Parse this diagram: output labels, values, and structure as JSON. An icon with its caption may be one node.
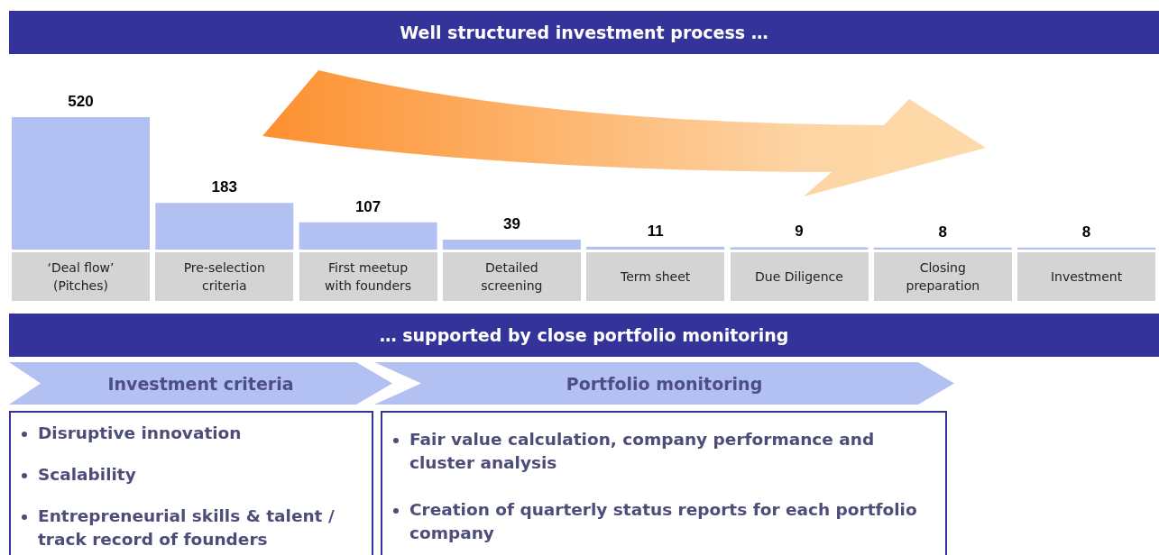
{
  "diagram": {
    "title": "Well structured investment process …",
    "nodes": [
      {
        "text": [
          "Investment criteria"
        ]
      },
      {
        "text": [
          "Portfolio monitoring"
        ]
      },
      {
        "text": [
          "Disruptive innovation",
          "Scalability",
          "Entrepreneurial skills & talent / track record of founders"
        ]
      },
      {
        "text": [
          "Fair value calculation, company performance and cluster analysis",
          "Creation of quarterly status reports for each portfolio company"
        ]
      }
    ],
    "labels": [
      "… supported by close portfolio monitoring"
    ],
    "chart_data": {
      "type": "bar",
      "categories": [
        "‘Deal flow’ (Pitches)",
        "Pre-selection criteria",
        "First meetup with founders",
        "Detailed screening",
        "Term sheet",
        "Due Diligence",
        "Closing preparation",
        "Investment"
      ],
      "values": [
        520,
        183,
        107,
        39,
        11,
        9,
        8,
        8
      ],
      "data_labels": true
    }
  }
}
